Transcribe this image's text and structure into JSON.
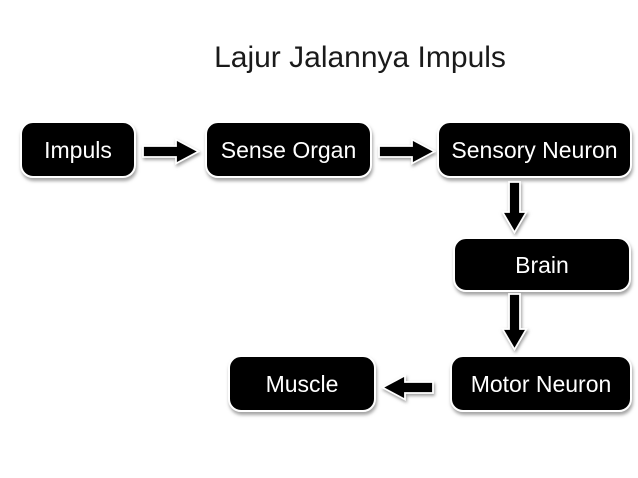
{
  "title": {
    "text": "Lajur Jalannya Impuls"
  },
  "colors": {
    "background": "#ffffff",
    "title_color": "#1a1a1a",
    "box_fill": "#000000",
    "box_text": "#ffffff",
    "box_border": "#ffffff",
    "arrow_fill": "#000000"
  },
  "nodes": {
    "impuls": {
      "label": "Impuls"
    },
    "sense_organ": {
      "label": "Sense Organ"
    },
    "sensory_neuron": {
      "label": "Sensory Neuron"
    },
    "brain": {
      "label": "Brain"
    },
    "motor_neuron": {
      "label": "Motor Neuron"
    },
    "muscle": {
      "label": "Muscle"
    }
  },
  "edges": [
    {
      "from": "Impuls",
      "to": "Sense Organ",
      "direction": "right"
    },
    {
      "from": "Sense Organ",
      "to": "Sensory Neuron",
      "direction": "right"
    },
    {
      "from": "Sensory Neuron",
      "to": "Brain",
      "direction": "down"
    },
    {
      "from": "Brain",
      "to": "Motor Neuron",
      "direction": "down"
    },
    {
      "from": "Motor Neuron",
      "to": "Muscle",
      "direction": "left"
    }
  ]
}
